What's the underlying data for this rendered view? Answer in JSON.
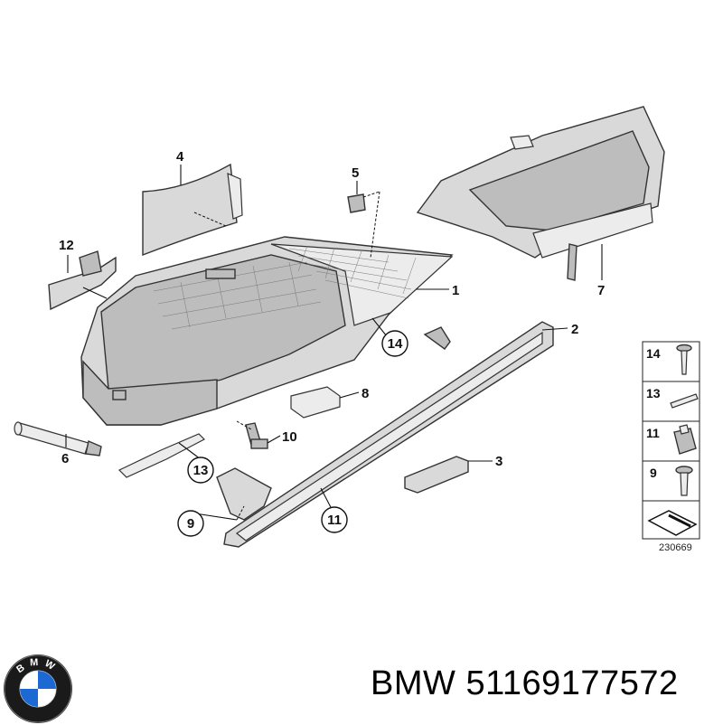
{
  "callouts": {
    "c1": "1",
    "c2": "2",
    "c3": "3",
    "c4": "4",
    "c5": "5",
    "c6": "6",
    "c7": "7",
    "c8": "8",
    "c9": "9",
    "c10": "10",
    "c11": "11",
    "c12": "12",
    "c13": "13",
    "c14": "14"
  },
  "legend": {
    "rows": [
      "14",
      "13",
      "11",
      "9"
    ],
    "diagram_id": "230669"
  },
  "footer": {
    "brand": "BMW",
    "part_number": "51169177572",
    "logo_letters": "BMW"
  }
}
